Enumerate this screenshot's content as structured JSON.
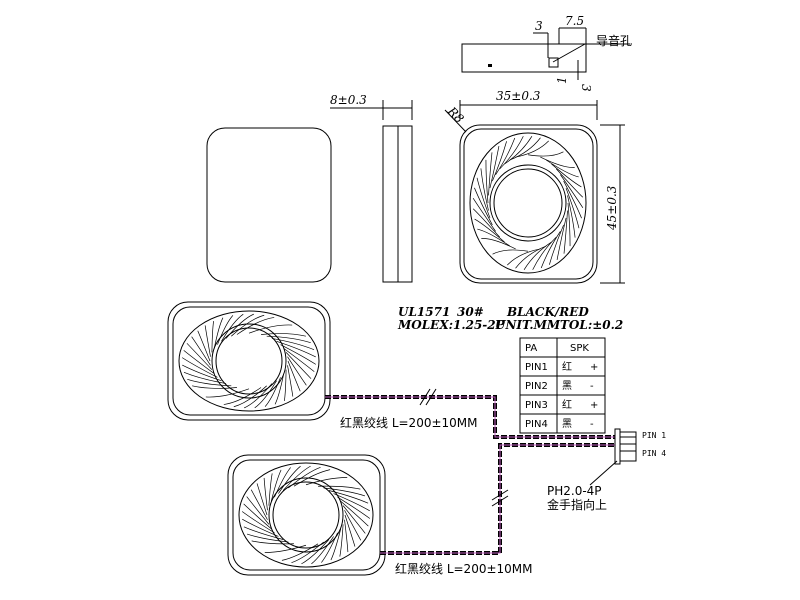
{
  "top_view": {
    "dim_3": "3",
    "dim_7_5": "7.5",
    "dim_1": "1",
    "dim_3b": "3",
    "hole_label": "导音孔"
  },
  "side_view": {
    "thickness": "8±0.3"
  },
  "front_view": {
    "width": "35±0.3",
    "height": "45±0.3",
    "radius": "R8"
  },
  "spec": {
    "line1": [
      "UL1571",
      "30#",
      "BLACK/RED"
    ],
    "line2": [
      "MOLEX:1.25-2P",
      "UNIT.MM",
      "TOL:±0.2"
    ]
  },
  "pin_table": {
    "headers": [
      "PA",
      "SPK"
    ],
    "rows": [
      [
        "PIN1",
        "红",
        "+"
      ],
      [
        "PIN2",
        "黑",
        "-"
      ],
      [
        "PIN3",
        "红",
        "+"
      ],
      [
        "PIN4",
        "黑",
        "-"
      ]
    ]
  },
  "connector": {
    "pin_top": "PIN 1",
    "pin_bottom": "PIN 4",
    "model": "PH2.0-4P",
    "note": "金手指向上"
  },
  "wires": {
    "label_1": "红黑绞线 L=200±10MM",
    "label_2": "红黑绞线 L=200±10MM"
  },
  "colors": {
    "line": "#000000",
    "wire_accent": "#c060c0"
  }
}
